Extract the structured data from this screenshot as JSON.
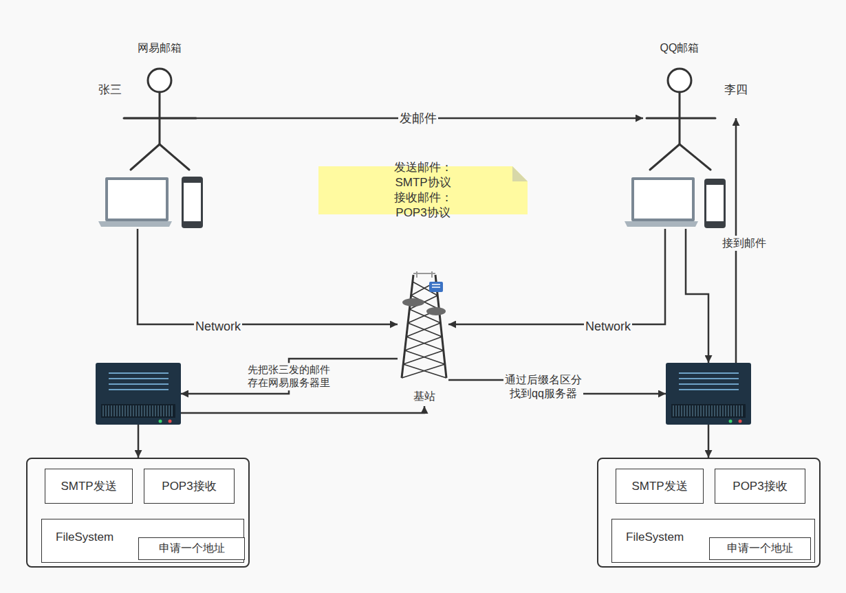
{
  "diagram": {
    "nodes": [
      {
        "text": [
          "网易邮箱",
          "张三"
        ]
      },
      {
        "text": [
          "QQ邮箱",
          "李四"
        ]
      },
      {
        "text": [
          "发送邮件：SMTP协议 接收邮件：POP3协议"
        ]
      },
      {
        "text": []
      },
      {
        "text": []
      },
      {
        "text": [
          "基站"
        ]
      },
      {
        "text": []
      },
      {
        "text": []
      },
      {
        "text": []
      },
      {
        "text": [
          "SMTP发送"
        ],
        "in": 8
      },
      {
        "text": [
          "POP3接收"
        ],
        "in": 8
      },
      {
        "text": [
          "FileSystem"
        ],
        "in": 8
      },
      {
        "text": [
          "申请一个地址"
        ],
        "in": 11
      },
      {
        "text": []
      },
      {
        "text": [
          "SMTP发送"
        ],
        "in": 13
      },
      {
        "text": [
          "POP3接收"
        ],
        "in": 13
      },
      {
        "text": [
          "FileSystem"
        ],
        "in": 13
      },
      {
        "text": [
          "申请一个地址"
        ],
        "in": 16
      }
    ],
    "edges": [
      {
        "from": 0,
        "to": 1,
        "label": "发邮件",
        "arrow": "to"
      },
      {
        "from": 3,
        "to": 5,
        "label": "Network",
        "arrow": "to"
      },
      {
        "from": 4,
        "to": 5,
        "label": "Network",
        "arrow": "to"
      },
      {
        "from": 5,
        "to": 6,
        "label": "先把张三发的邮件 存在网易服务器里",
        "arrow": "to"
      },
      {
        "from": 6,
        "to": 5,
        "arrow": "to"
      },
      {
        "from": 5,
        "to": 7,
        "label": "通过后缀名区分 找到qq服务器",
        "arrow": "to"
      },
      {
        "from": 4,
        "to": 7,
        "arrow": "to"
      },
      {
        "from": 7,
        "to": 1,
        "label": "接到邮件",
        "arrow": "to"
      },
      {
        "from": 6,
        "to": 8,
        "arrow": "to"
      },
      {
        "from": 7,
        "to": 13,
        "arrow": "to"
      }
    ]
  }
}
